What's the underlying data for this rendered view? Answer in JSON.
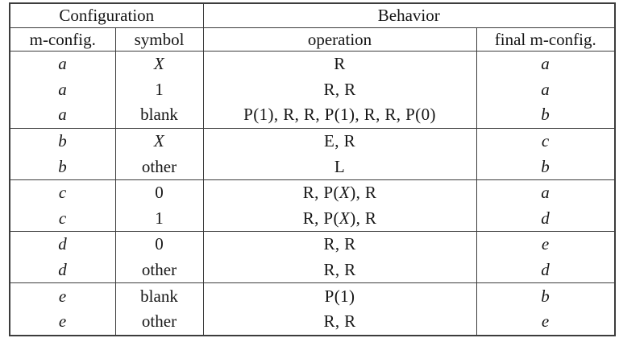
{
  "table": {
    "header": {
      "configuration_label": "Configuration",
      "behavior_label": "Behavior",
      "columns": [
        "m-config.",
        "symbol",
        "operation",
        "final m-config."
      ]
    },
    "groups": [
      {
        "rows": [
          {
            "m_config": "a",
            "symbol": "X",
            "operation": "R",
            "final": "a"
          },
          {
            "m_config": "a",
            "symbol": "1",
            "operation": "R, R",
            "final": "a"
          },
          {
            "m_config": "a",
            "symbol": "blank",
            "operation": "P(1), R, R, P(1), R, R, P(0)",
            "final": "b"
          }
        ]
      },
      {
        "rows": [
          {
            "m_config": "b",
            "symbol": "X",
            "operation": "E, R",
            "final": "c"
          },
          {
            "m_config": "b",
            "symbol": "other",
            "operation": "L",
            "final": "b"
          }
        ]
      },
      {
        "rows": [
          {
            "m_config": "c",
            "symbol": "0",
            "operation": "R, P(X), R",
            "final": "a"
          },
          {
            "m_config": "c",
            "symbol": "1",
            "operation": "R, P(X), R",
            "final": "d"
          }
        ]
      },
      {
        "rows": [
          {
            "m_config": "d",
            "symbol": "0",
            "operation": "R, R",
            "final": "e"
          },
          {
            "m_config": "d",
            "symbol": "other",
            "operation": "R, R",
            "final": "d"
          }
        ]
      },
      {
        "rows": [
          {
            "m_config": "e",
            "symbol": "blank",
            "operation": "P(1)",
            "final": "b"
          },
          {
            "m_config": "e",
            "symbol": "other",
            "operation": "R, R",
            "final": "e"
          }
        ]
      }
    ]
  }
}
